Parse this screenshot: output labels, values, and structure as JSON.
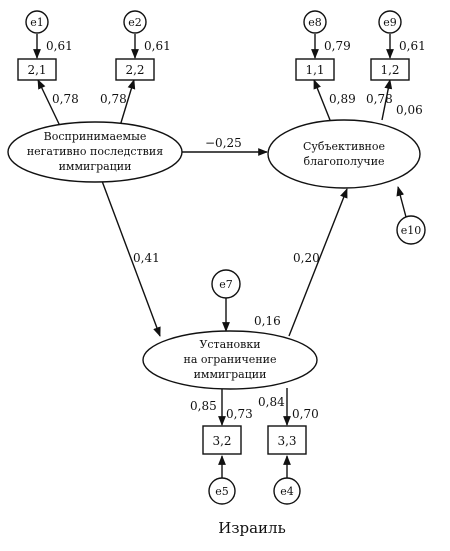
{
  "caption": "Израиль",
  "latent": {
    "perceived": {
      "lines": [
        "Воспринимаемые",
        "негативно последствия",
        "иммиграции"
      ]
    },
    "wellbeing": {
      "lines": [
        "Субъективное",
        "благополучие"
      ]
    },
    "attitudes": {
      "lines": [
        "Установки",
        "на ограничение",
        "иммиграции"
      ]
    }
  },
  "indicators": {
    "b21": "2,1",
    "b22": "2,2",
    "b11": "1,1",
    "b12": "1,2",
    "b32": "3,2",
    "b33": "3,3"
  },
  "errors": {
    "e1": "e1",
    "e2": "e2",
    "e8": "e8",
    "e9": "e9",
    "e10": "e10",
    "e7": "e7",
    "e5": "e5",
    "e4": "e4"
  },
  "coefficients": {
    "e1_b21": "0,61",
    "e2_b22": "0,61",
    "e8_b11": "0,79",
    "e9_b12": "0,61",
    "perceived_b21": "0,78",
    "perceived_b22": "0,78",
    "wellbeing_b11": "0,89",
    "wellbeing_b12": "0,78",
    "wellbeing_r2": "0,06",
    "perceived_wellbeing": "−0,25",
    "perceived_attitudes": "0,41",
    "attitudes_wellbeing": "0,20",
    "attitudes_r2": "0,16",
    "attitudes_b32_load": "0,85",
    "attitudes_b32_r2": "0,73",
    "attitudes_b33_load": "0,84",
    "attitudes_b33_r2": "0,70"
  }
}
